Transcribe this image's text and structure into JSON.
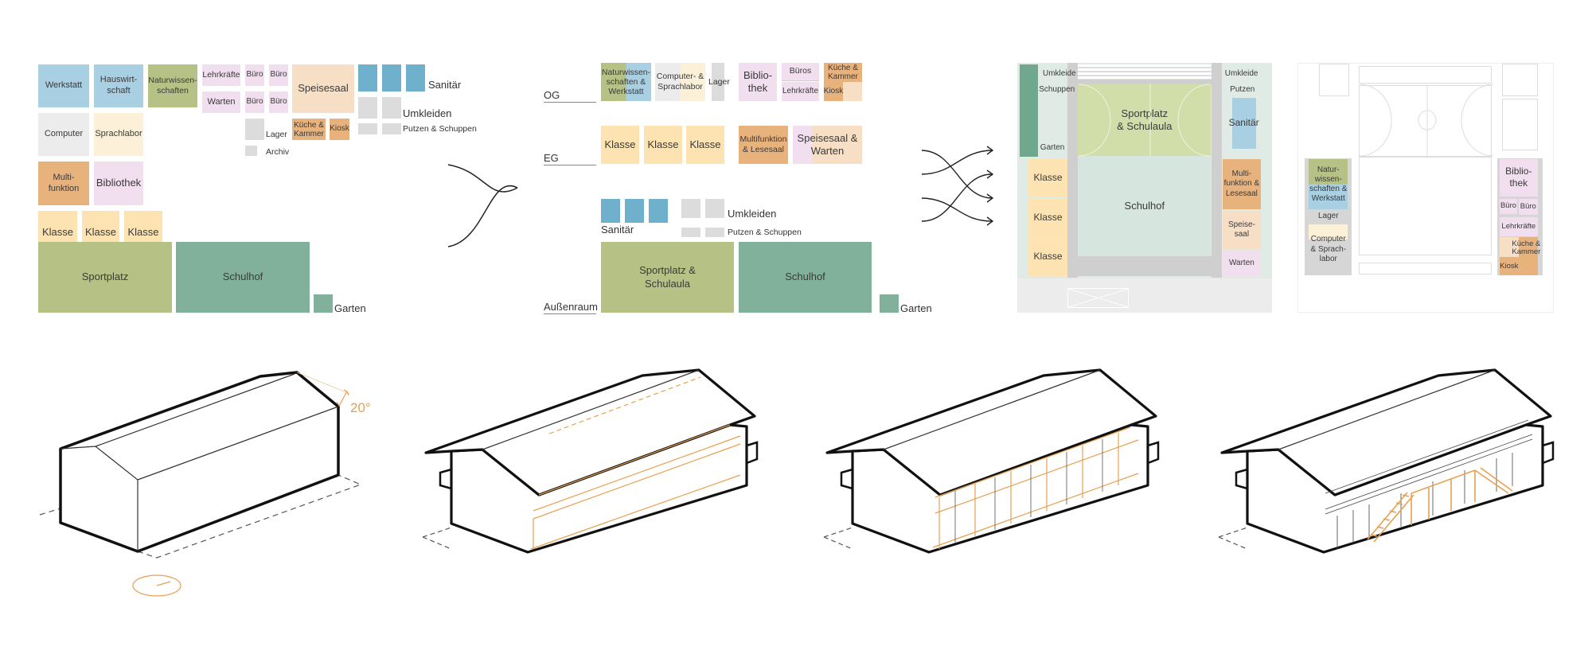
{
  "program": {
    "werkstatt": "Werkstatt",
    "hauswirtschaft": "Hauswirt-\nschaft",
    "naturwissenschaften": "Naturwissen-\nschaften",
    "lehrkraefte": "Lehrkräfte",
    "buero": "Büro",
    "warten": "Warten",
    "speisesaal": "Speisesaal",
    "sanitaer": "Sanitär",
    "umkleiden": "Umkleiden",
    "putzen_schuppen": "Putzen & Schuppen",
    "lager": "Lager",
    "archiv": "Archiv",
    "kueche_kammer": "Küche &\nKammer",
    "kiosk": "Kiosk",
    "computer": "Computer",
    "sprachlabor": "Sprachlabor",
    "multifunktion": "Multi-\nfunktion",
    "bibliothek": "Bibliothek",
    "klasse": "Klasse",
    "sportplatz": "Sportplatz",
    "schulhof": "Schulhof",
    "garten": "Garten"
  },
  "levels": {
    "og": "OG",
    "eg": "EG",
    "aussenraum": "Außenraum",
    "og_rooms": {
      "naturwissenschaften_werkstatt": "Naturwissen-\nschaften &\nWerkstatt",
      "computer_sprachlabor": "Computer- &\nSprachlabor",
      "lager": "Lager",
      "bibliothek": "Biblio-\nthek",
      "bueros": "Büros",
      "lehrkraefte": "Lehrkräfte",
      "kueche_kammer": "Küche &\nKammer",
      "kiosk": "Kiosk"
    },
    "eg_rooms": {
      "klasse": "Klasse",
      "multifunktion_lesesaal": "Multifunktion\n& Lesesaal",
      "speisesaal_warten": "Speisesaal &\nWarten"
    },
    "outdoor": {
      "sanitaer": "Sanitär",
      "umkleiden": "Umkleiden",
      "putzen_schuppen": "Putzen & Schuppen",
      "sportplatz_schulaula": "Sportplatz &\nSchulaula",
      "schulhof": "Schulhof",
      "garten": "Garten"
    }
  },
  "plan_ground": {
    "umkleide": "Umkleide",
    "schuppen": "Schuppen",
    "garten": "Garten",
    "putzen": "Putzen",
    "sanitaer": "Sanitär",
    "sportplatz_schulaula": "Sportplatz\n& Schulaula",
    "schulhof": "Schulhof",
    "klasse": "Klasse",
    "multifunktion_lesesaal": "Multi-\nfunktion &\nLesesaal",
    "speisesaal": "Speise-\nsaal",
    "warten": "Warten"
  },
  "plan_upper": {
    "naturwissenschaften_werkstatt": "Natur-\nwissen-\nschaften &\nWerkstatt",
    "lager": "Lager",
    "computer_sprachlabor": "Computer\n& Sprach-\nlabor",
    "bibliothek": "Biblio-\nthek",
    "buero": "Büro",
    "lehrkraefte": "Lehrkräfte",
    "kueche_kammer": "Küche &\nKammer",
    "kiosk": "Kiosk"
  },
  "axonometry": {
    "roof_angle": "20°"
  },
  "colors": {
    "accent_orange": "#e8a050",
    "line": "#111111"
  }
}
